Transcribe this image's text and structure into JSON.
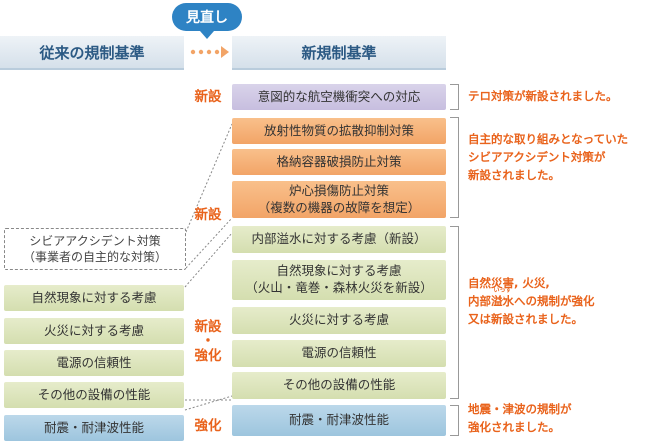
{
  "headers": {
    "old": "従来の規制基準",
    "new": "新規制基準"
  },
  "callout": "見直し",
  "tags": {
    "shinsetsu_1": "新設",
    "shinsetsu_2": "新設",
    "shinsetsu_kyouka_1": "新設",
    "shinsetsu_kyouka_2": "・",
    "shinsetsu_kyouka_3": "強化",
    "kyouka": "強化"
  },
  "new_items": {
    "terror": "意図的な航空機衝突への対応",
    "radiation": "放射性物質の拡散抑制対策",
    "containment": "格納容器破損防止対策",
    "core_1": "炉心損傷防止対策",
    "core_2": "（複数の機器の故障を想定）",
    "flooding": "内部溢水に対する考慮（新設）",
    "natural_1": "自然現象に対する考慮",
    "natural_2": "（火山・竜巻・森林火災を新設）",
    "fire": "火災に対する考慮",
    "power": "電源の信頼性",
    "equipment": "その他の設備の性能",
    "seismic": "耐震・耐津波性能"
  },
  "old_items": {
    "severe_1": "シビアアクシデント対策",
    "severe_2": "（事業者の自主的な対策）",
    "natural": "自然現象に対する考慮",
    "fire": "火災に対する考慮",
    "power": "電源の信頼性",
    "equipment": "その他の設備の性能",
    "seismic": "耐震・耐津波性能"
  },
  "notes": {
    "terror": "テロ対策が新設されました。",
    "severe_1": "自主的な取り組みとなっていた",
    "severe_2": "シビアアクシデント対策が",
    "severe_3": "新設されました。",
    "natural_1": "自然災害, 火災,",
    "natural_2a": "内部",
    "natural_2b": "溢水",
    "natural_2c": "への規制が強化",
    "natural_ruby": "いっすい",
    "natural_3": "又は新設されました。",
    "seismic_1": "地震・津波の規制が",
    "seismic_2": "強化されました。"
  },
  "colors": {
    "accent": "#e9631c",
    "callout": "#2e83c4",
    "orange_box": "#f2a467",
    "green_box": "#d4deaf",
    "blue_box": "#9dc5de",
    "lavender_box": "#c7bedf"
  }
}
